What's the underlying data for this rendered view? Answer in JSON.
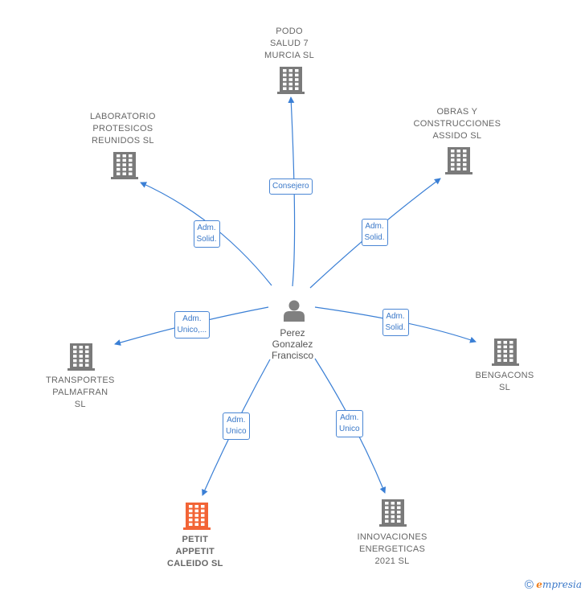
{
  "center": {
    "name": "Perez\nGonzalez\nFrancisco"
  },
  "companies": [
    {
      "id": "podo",
      "name": "PODO\nSALUD 7\nMURCIA  SL",
      "highlight": false
    },
    {
      "id": "laboratorio",
      "name": "LABORATORIO\nPROTESICOS\nREUNIDOS  SL",
      "highlight": false
    },
    {
      "id": "obras",
      "name": "OBRAS Y\nCONSTRUCCIONES\nASSIDO  SL",
      "highlight": false
    },
    {
      "id": "transportes",
      "name": "TRANSPORTES\nPALMAFRAN\nSL",
      "highlight": false
    },
    {
      "id": "bengacons",
      "name": "BENGACONS\nSL",
      "highlight": false
    },
    {
      "id": "petit",
      "name": "PETIT\nAPPETIT\nCALEIDO  SL",
      "highlight": true
    },
    {
      "id": "innovaciones",
      "name": "INNOVACIONES\nENERGETICAS\n2021  SL",
      "highlight": false
    }
  ],
  "relations": [
    {
      "target": "podo",
      "label": "Consejero"
    },
    {
      "target": "laboratorio",
      "label": "Adm.\nSolid."
    },
    {
      "target": "obras",
      "label": "Adm.\nSolid."
    },
    {
      "target": "transportes",
      "label": "Adm.\nUnico,..."
    },
    {
      "target": "bengacons",
      "label": "Adm.\nSolid."
    },
    {
      "target": "petit",
      "label": "Adm.\nUnico"
    },
    {
      "target": "innovaciones",
      "label": "Adm.\nUnico"
    }
  ],
  "colors": {
    "edge": "#3a7fd5",
    "building": "#7a7a7a",
    "highlight": "#f26436",
    "person": "#808080"
  },
  "footer": {
    "copyright": "©",
    "brand_first": "e",
    "brand_rest": "mpresia"
  }
}
